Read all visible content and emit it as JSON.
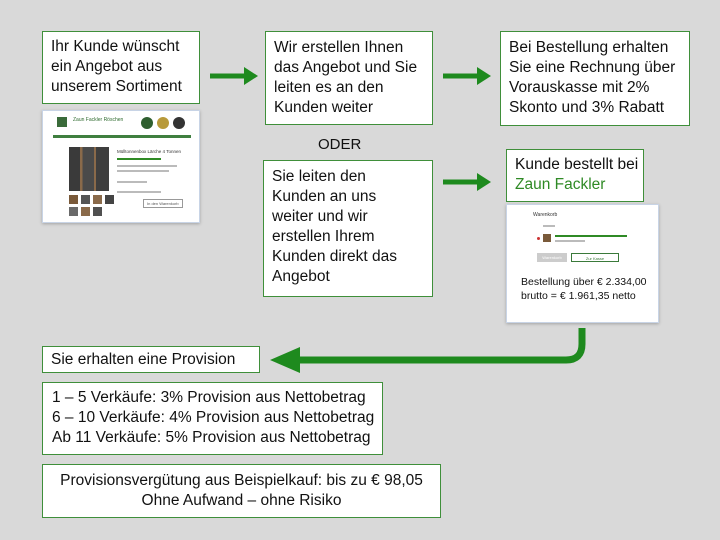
{
  "step1": {
    "lines": [
      "Ihr Kunde wünscht",
      "ein Angebot aus",
      "unserem Sortiment"
    ]
  },
  "step2": {
    "lines": [
      "Wir erstellen Ihnen",
      "das Angebot und Sie",
      "leiten es an den",
      "Kunden weiter"
    ]
  },
  "step3": {
    "lines": [
      "Bei Bestellung erhalten",
      "Sie eine Rechnung über",
      "Vorauskasse mit 2%",
      "Skonto und 3% Rabatt"
    ]
  },
  "oder_label": "ODER",
  "alt_step": {
    "lines": [
      "Sie leiten den",
      "Kunden an uns",
      "weiter und wir",
      "erstellen Ihrem",
      "Kunden direkt das",
      "Angebot"
    ]
  },
  "order_box": {
    "line1": "Kunde bestellt bei",
    "brand": "Zaun Fackler"
  },
  "shop_thumb": {
    "brand": "Zaun Fackler Röschen",
    "product_title": "Mülltonnenbox Lärche 4 Tonnen",
    "cta": "In den Warenkorb"
  },
  "cart_thumb": {
    "title": "Warenkorb",
    "button_left": "Warenkorb",
    "button_right": "Zur Kasse",
    "order_lines": [
      "Bestellung über",
      "€ 2.334,00 brutto =",
      "€ 1.961,35 netto"
    ]
  },
  "provision_header": "Sie erhalten eine Provision",
  "tiers": [
    "1 – 5 Verkäufe: 3% Provision aus Nettobetrag",
    "6 – 10 Verkäufe: 4% Provision aus Nettobetrag",
    "Ab 11 Verkäufe: 5% Provision aus Nettobetrag"
  ],
  "summary": {
    "line1": "Provisionsvergütung aus Beispielkauf: bis zu € 98,05",
    "line2": "Ohne Aufwand – ohne Risiko"
  },
  "colors": {
    "accent_green": "#2f8a25",
    "box_border": "#3f8f3a",
    "background": "#d9d9d9",
    "arrow_green": "#1e8a1e"
  }
}
